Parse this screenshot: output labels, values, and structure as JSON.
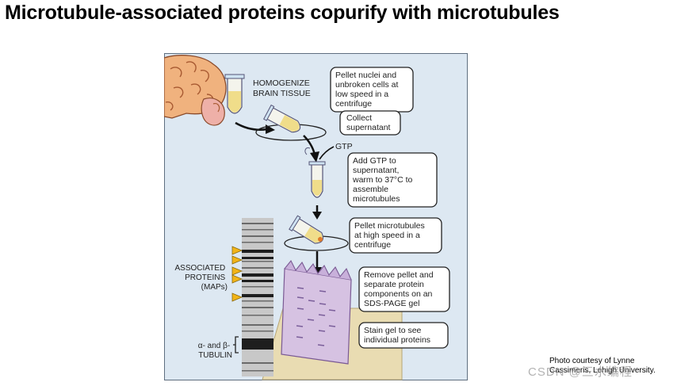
{
  "title": "Microtubule-associated proteins copurify with microtubules",
  "diagram": {
    "homogenize": [
      "HOMOGENIZE",
      "BRAIN TISSUE"
    ],
    "box1": [
      "Pellet nuclei and",
      "unbroken cells at",
      "low speed in a",
      "centrifuge"
    ],
    "box2": [
      "Collect",
      "supernatant"
    ],
    "gtp": "GTP",
    "box3": [
      "Add GTP to",
      "supernatant,",
      "warm to 37°C to",
      "assemble",
      "microtubules"
    ],
    "box4": [
      "Pellet microtubules",
      "at high speed in a",
      "centrifuge"
    ],
    "box5": [
      "Remove pellet and",
      "separate protein",
      "components on an",
      "SDS-PAGE gel"
    ],
    "box6": [
      "Stain gel to see",
      "individual proteins"
    ],
    "maps_label": [
      "ASSOCIATED",
      "PROTEINS",
      "(MAPs)"
    ],
    "tubulin_label": [
      "α- and β-",
      "TUBULIN"
    ]
  },
  "credit": [
    "Photo courtesy of Lynne",
    "Cassimeris, Lehigh University."
  ],
  "watermark": "CSDN @三水编程"
}
